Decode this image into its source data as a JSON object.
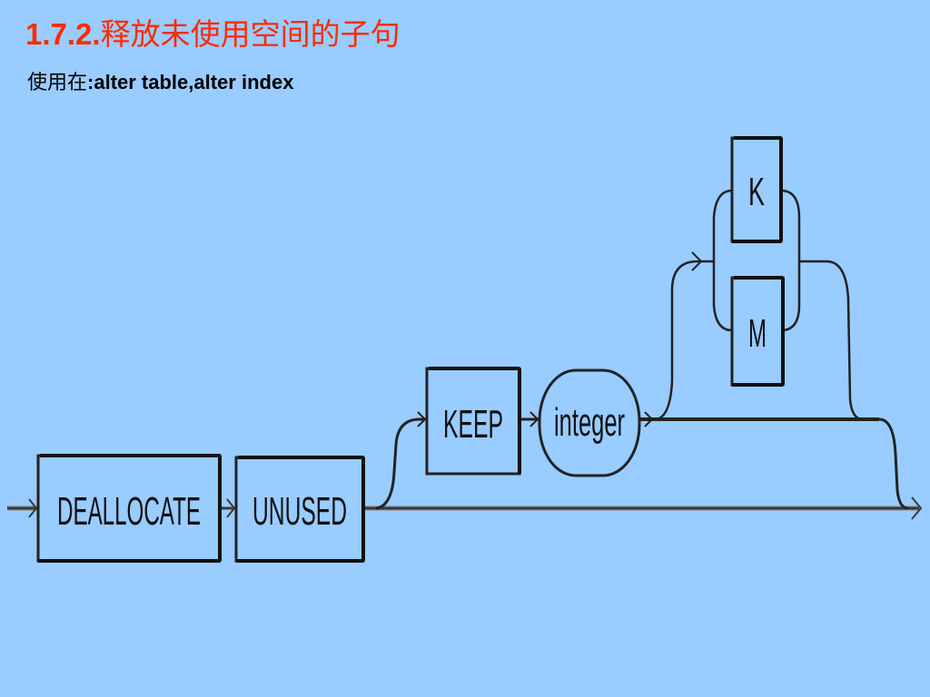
{
  "slide": {
    "title_number": "1.7.2.",
    "title_text": "释放未使用空间的子句",
    "subtitle_prefix": "使用在",
    "subtitle_keywords": ":alter table,alter index"
  },
  "diagram": {
    "boxes": {
      "deallocate": "DEALLOCATE",
      "unused": "UNUSED",
      "keep": "KEEP",
      "k": "K",
      "m": "M"
    },
    "ovals": {
      "integer": "integer"
    }
  }
}
